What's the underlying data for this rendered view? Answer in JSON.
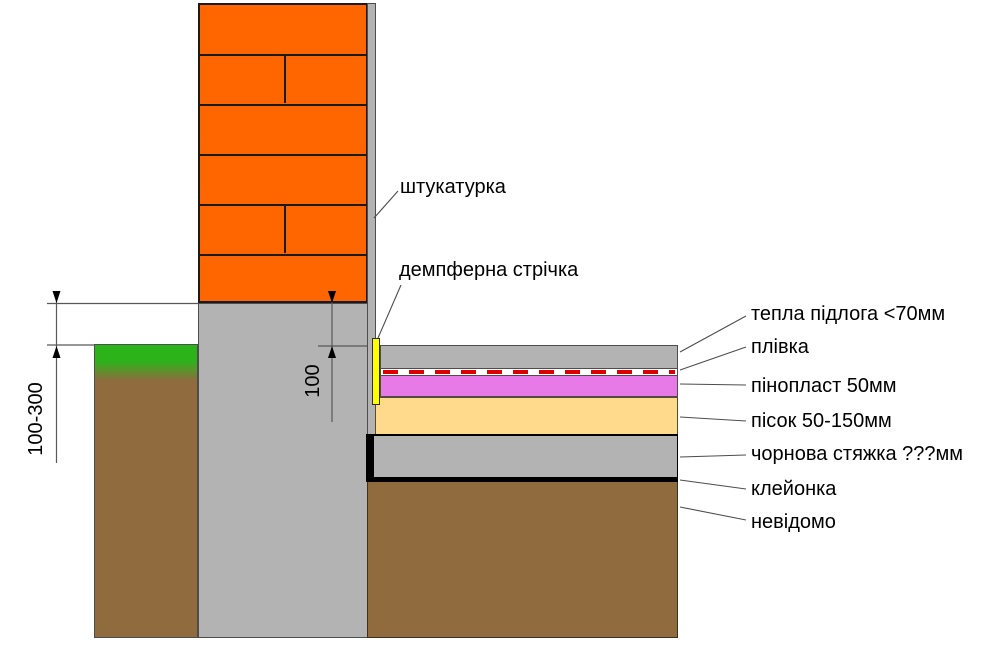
{
  "diagram": {
    "type": "construction-section",
    "callouts_left": {
      "plaster": "штукатурка",
      "damper_tape": "демпферна стрічка"
    },
    "callouts_right": {
      "warm_floor": "тепла підлога <70мм",
      "film": "плівка",
      "foam": "пінопласт 50мм",
      "sand": "пісок 50-150мм",
      "rough_screed": "чорнова стяжка ???мм",
      "oilcloth": "клейонка",
      "unknown": "невідомо"
    },
    "dimensions": {
      "plinth_height_mm": "100-300",
      "floor_drop_mm": "100"
    },
    "colors": {
      "brick": "#FF6600",
      "concrete": "#B3B3B3",
      "foam": "#E87AE8",
      "sand": "#FFD98C",
      "soil": "#8F6B3E",
      "grass": "#2DB31A",
      "damper_tape": "#FFFF00",
      "film_dash": "#DD0000",
      "oilcloth": "#000000"
    }
  }
}
